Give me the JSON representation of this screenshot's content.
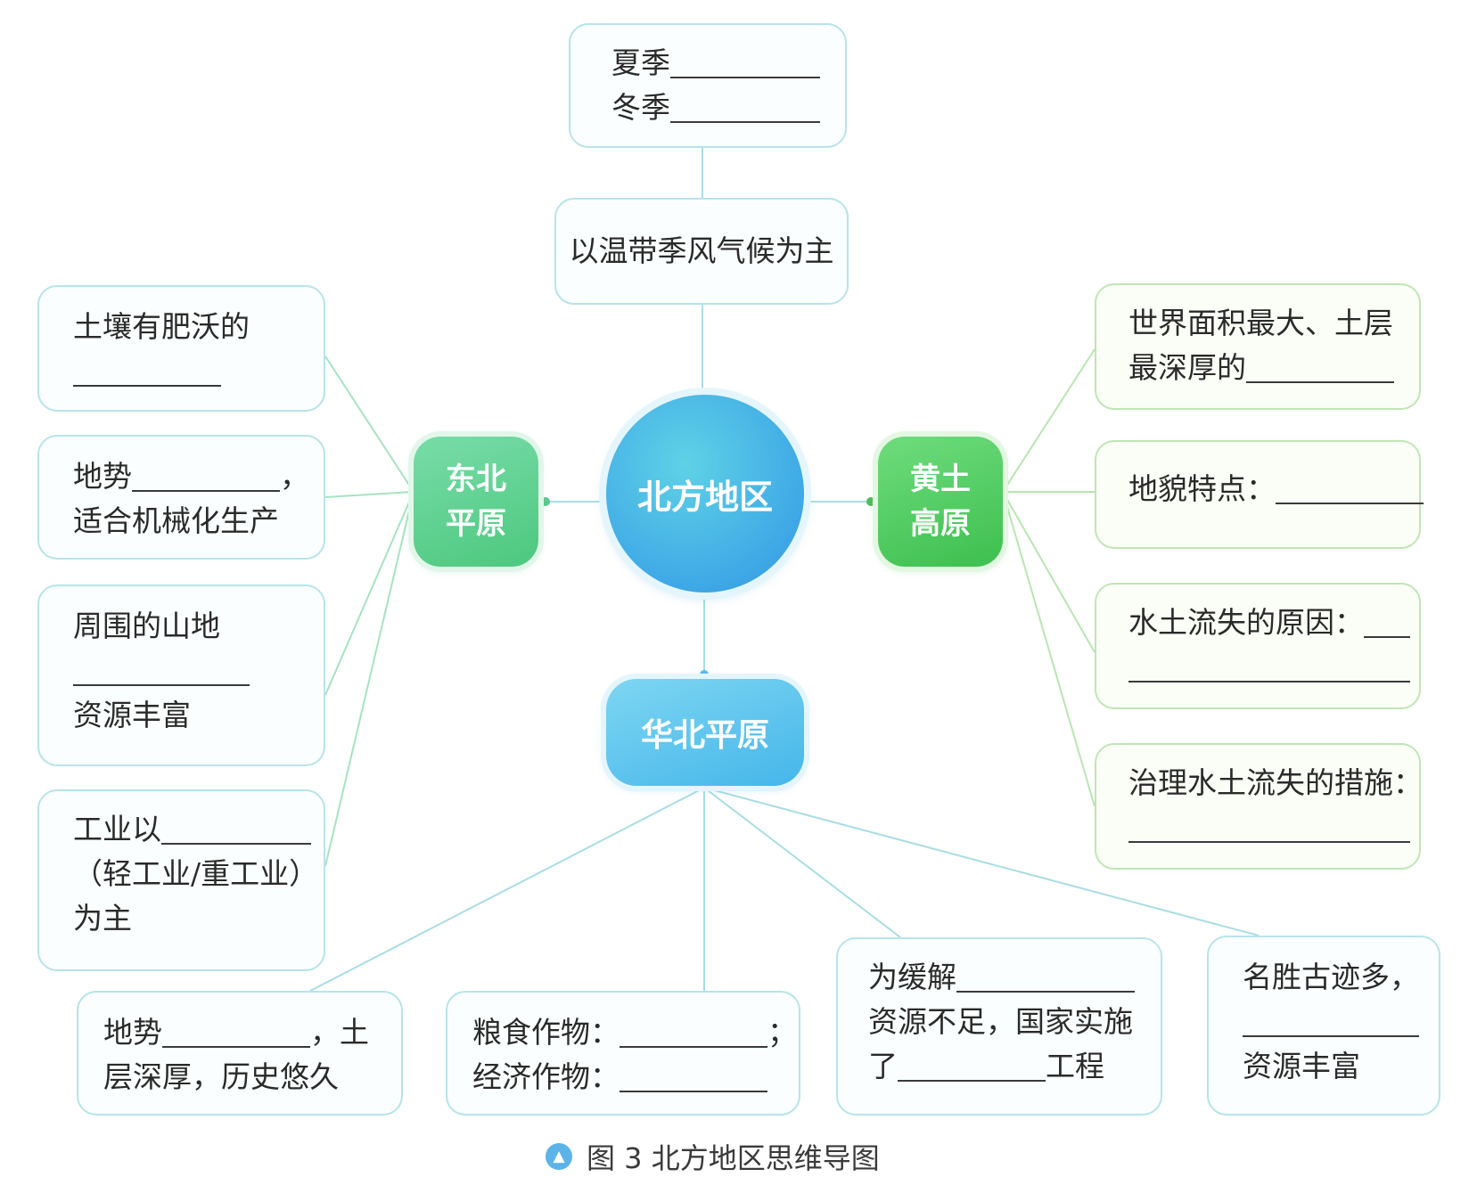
{
  "center": "北方地区",
  "climate": {
    "label": "以温带季风气候为主",
    "summer": "夏季",
    "winter": "冬季"
  },
  "northeast": {
    "title_line1": "东北",
    "title_line2": "平原",
    "soil": "土壤有肥沃的",
    "terrain": "地势",
    "terrain_end": "，",
    "mechanized": "适合机械化生产",
    "mountains": "周围的山地",
    "resources": "资源丰富",
    "industry_prefix": "工业以",
    "industry_options": "（轻工业/重工业）",
    "industry_suffix": "为主"
  },
  "loess": {
    "title_line1": "黄土",
    "title_line2": "高原",
    "largest_line1": "世界面积最大、土层",
    "largest_line2": "最深厚的",
    "landform": "地貌特点：",
    "erosion_cause": "水土流失的原因：",
    "erosion_measures": "治理水土流失的措施："
  },
  "huabei": {
    "title": "华北平原",
    "terrain": "地势",
    "terrain_end": "，土",
    "terrain_line2": "层深厚，历史悠久",
    "food_crops": "粮食作物：",
    "food_end": "；",
    "cash_crops": "经济作物：",
    "relieve": "为缓解",
    "shortage": "资源不足，国家实施",
    "le": "了",
    "project": "工程",
    "sites": "名胜古迹多，",
    "rich": "资源丰富"
  },
  "caption": {
    "icon": "mountain-triangle-icon",
    "text": "图 3  北方地区思维导图"
  },
  "colors": {
    "center_hub": "#3fa8e6",
    "northeast_hub": "#4cc87e",
    "loess_hub": "#3dbf4e",
    "huabei_hub": "#45b6ea",
    "box_border_blue": "#b6e4ea",
    "box_border_green": "#bfe6b4"
  }
}
